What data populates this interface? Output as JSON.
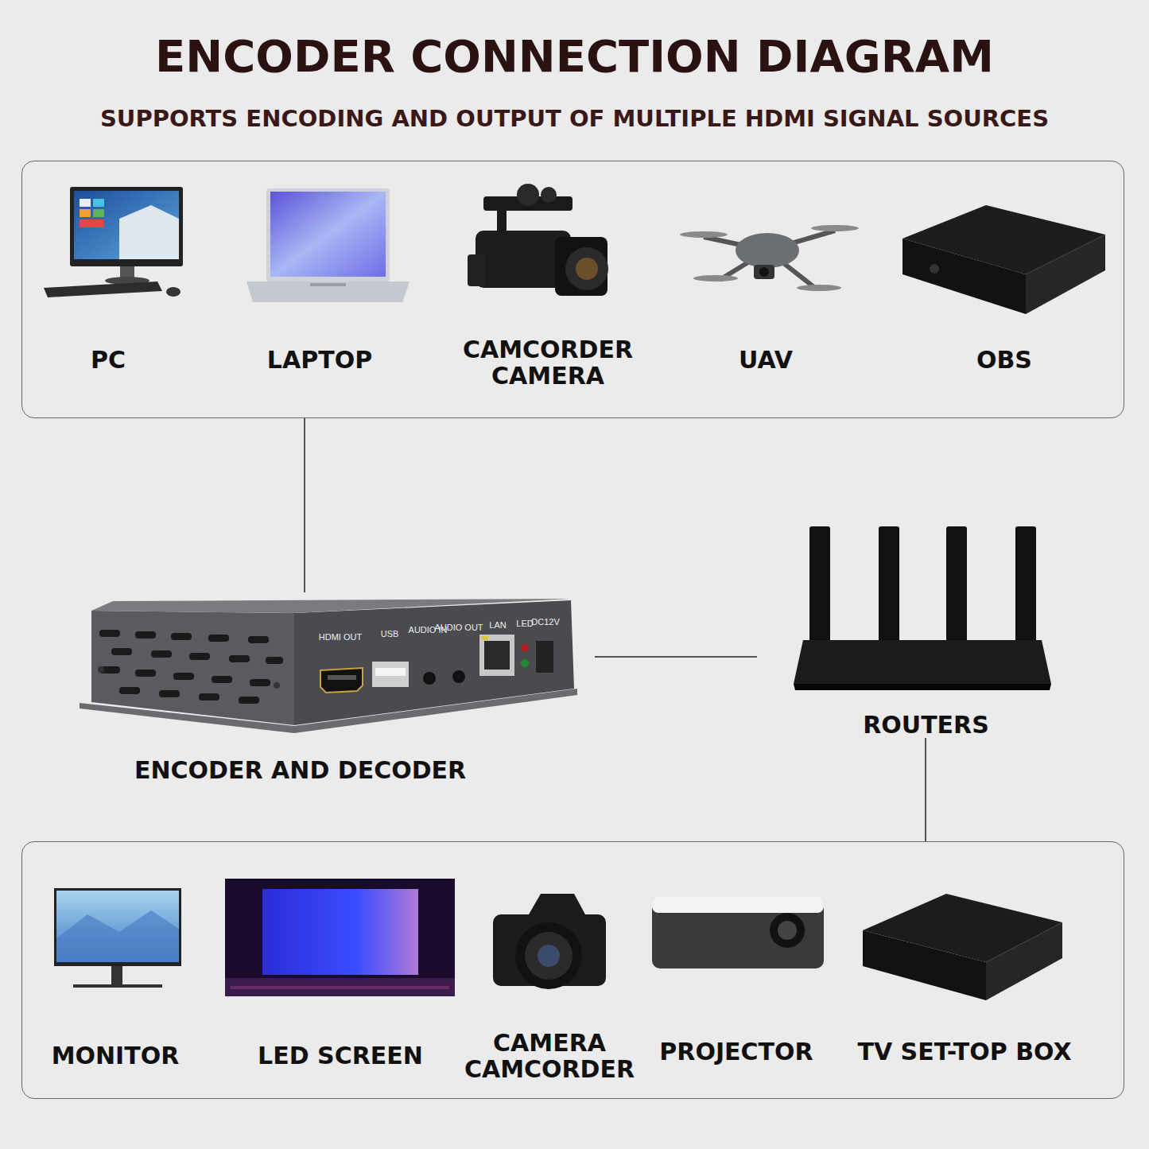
{
  "diagram": {
    "title": "ENCODER CONNECTION DIAGRAM",
    "caption": "SUPPORTS ENCODING AND OUTPUT OF MULTIPLE HDMI SIGNAL SOURCES",
    "nodes": [
      {
        "text": []
      },
      {
        "text": [
          "PC"
        ],
        "in": 0
      },
      {
        "text": [
          "LAPTOP"
        ],
        "in": 0
      },
      {
        "text": [
          "CAMCORDER CAMERA"
        ],
        "in": 0
      },
      {
        "text": [
          "UAV"
        ],
        "in": 0
      },
      {
        "text": [
          "OBS"
        ],
        "in": 0
      },
      {
        "text": [
          "ENCODER AND DECODER"
        ]
      },
      {
        "text": [
          "ROUTERS"
        ]
      },
      {
        "text": []
      },
      {
        "text": [
          "MONITOR"
        ],
        "in": 8
      },
      {
        "text": [
          "LED SCREEN"
        ],
        "in": 8
      },
      {
        "text": [
          "CAMERA CAMCORDER"
        ],
        "in": 8
      },
      {
        "text": [
          "PROJECTOR"
        ],
        "in": 8
      },
      {
        "text": [
          "TV SET-TOP BOX"
        ],
        "in": 8
      }
    ],
    "edges": [
      {
        "from": 0,
        "to": 6,
        "arrow": "none"
      },
      {
        "from": 6,
        "to": 7,
        "arrow": "none"
      },
      {
        "from": 7,
        "to": 8,
        "arrow": "none"
      }
    ],
    "labels": [
      "HDMI OUT",
      "USB",
      "AUDIO IN",
      "AUDIO OUT",
      "LAN",
      "LED",
      "DC12V"
    ]
  }
}
